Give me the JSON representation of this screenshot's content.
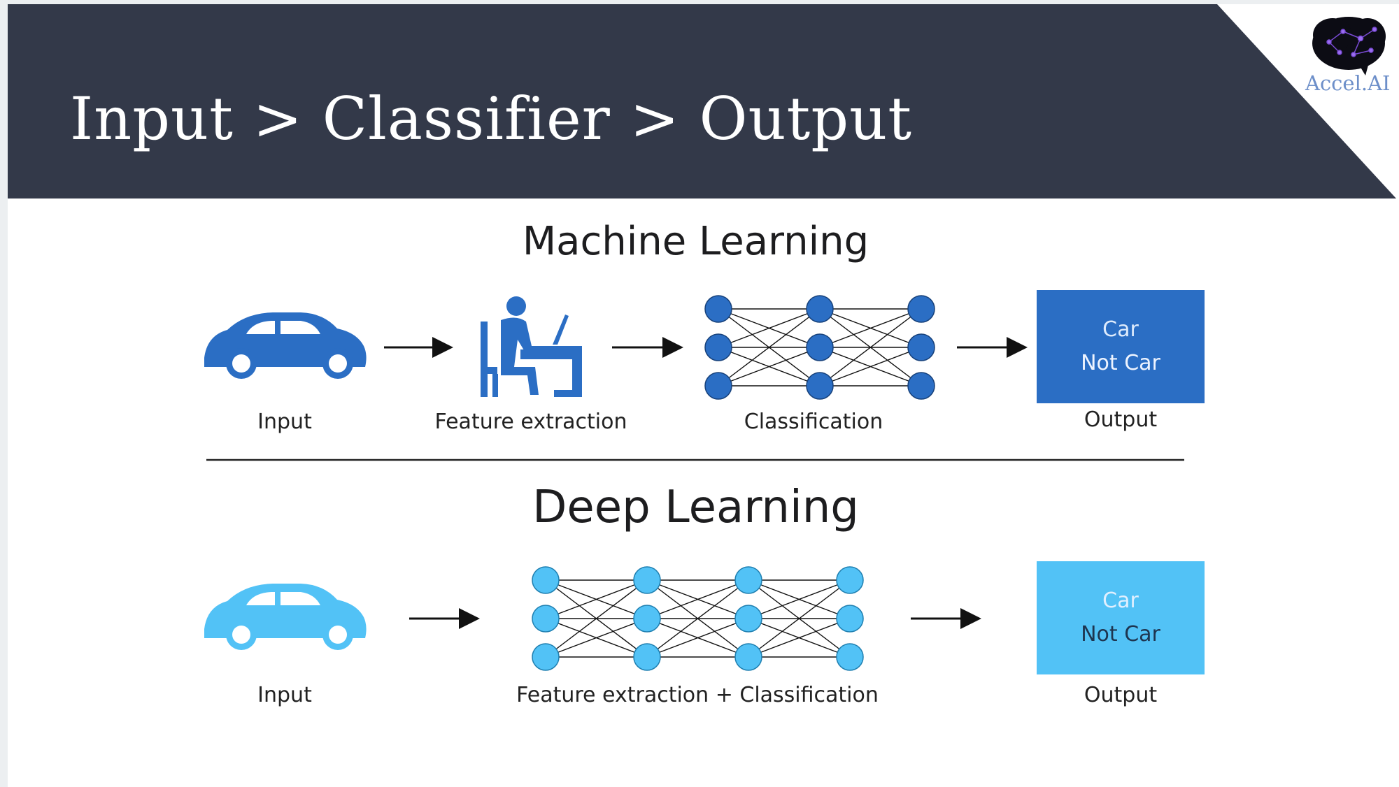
{
  "slide": {
    "title": "Input > Classifier > Output",
    "logo_text": "Accel.AI",
    "header_color": "#333949"
  },
  "machine_learning": {
    "heading": "Machine Learning",
    "input_label": "Input",
    "feature_label": "Feature extraction",
    "classification_label": "Classification",
    "output_label": "Output",
    "output_options": [
      "Car",
      "Not Car"
    ],
    "color": "#2b6ec4"
  },
  "deep_learning": {
    "heading": "Deep Learning",
    "input_label": "Input",
    "combined_label": "Feature extraction + Classification",
    "output_label": "Output",
    "output_options": [
      "Car",
      "Not Car"
    ],
    "color": "#52c2f6"
  }
}
